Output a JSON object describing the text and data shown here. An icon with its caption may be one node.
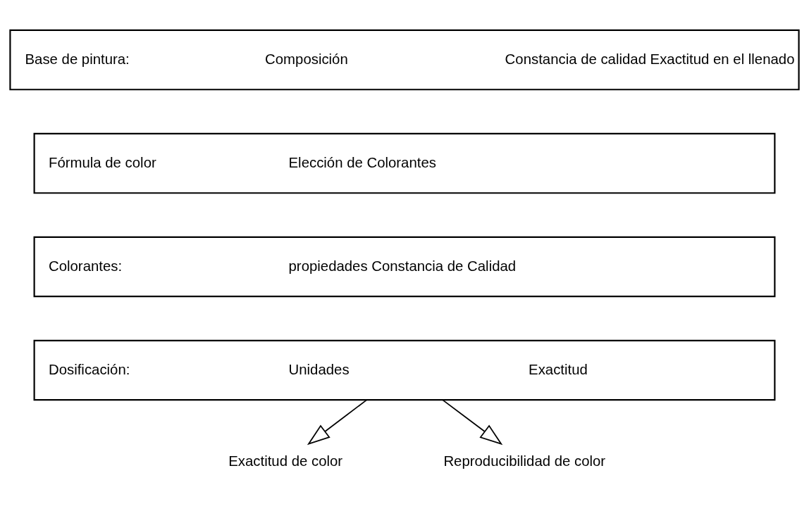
{
  "diagram": {
    "nodes": [
      {
        "text": [
          "Base de pintura:",
          "Composición",
          "Constancia de calidad Exactitud en el llenado"
        ]
      },
      {
        "text": [
          "Fórmula de color",
          "Elección de Colorantes"
        ]
      },
      {
        "text": [
          "Colorantes:",
          "propiedades Constancia de Calidad"
        ]
      },
      {
        "text": [
          "Dosificación:",
          "Unidades",
          "Exactitud"
        ]
      },
      {
        "text": [
          "Exactitud de color"
        ]
      },
      {
        "text": [
          "Reproducibilidad de color"
        ]
      }
    ],
    "edges": [
      {
        "from": 3,
        "to": 4,
        "arrow": "to"
      },
      {
        "from": 3,
        "to": 5,
        "arrow": "to"
      }
    ]
  }
}
